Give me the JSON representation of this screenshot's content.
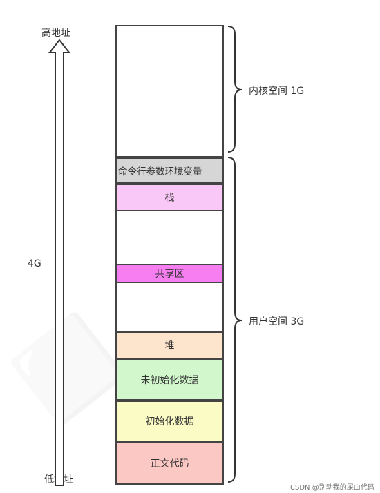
{
  "address": {
    "high": "高地址",
    "low": "低地址",
    "total": "4G"
  },
  "spaces": {
    "kernel": "内核空间 1G",
    "user": "用户空间 3G"
  },
  "segments": [
    {
      "id": "kernel",
      "label": "",
      "color": "#ffffff"
    },
    {
      "id": "env",
      "label": "命令行参数环境变量",
      "color": "#d6d6d6"
    },
    {
      "id": "stack",
      "label": "栈",
      "color": "#f9c8f6"
    },
    {
      "id": "gap1",
      "label": "",
      "color": "#ffffff"
    },
    {
      "id": "shared",
      "label": "共享区",
      "color": "#f77ef0"
    },
    {
      "id": "gap2",
      "label": "",
      "color": "#ffffff"
    },
    {
      "id": "heap",
      "label": "堆",
      "color": "#fde4cc"
    },
    {
      "id": "bss",
      "label": "未初始化数据",
      "color": "#d2f7cc"
    },
    {
      "id": "data",
      "label": "初始化数据",
      "color": "#fbfcc5"
    },
    {
      "id": "text",
      "label": "正文代码",
      "color": "#fcc8c4"
    }
  ],
  "arrow_color": "#6b6cf0",
  "credit": "CSDN @别动我的屎山代码"
}
